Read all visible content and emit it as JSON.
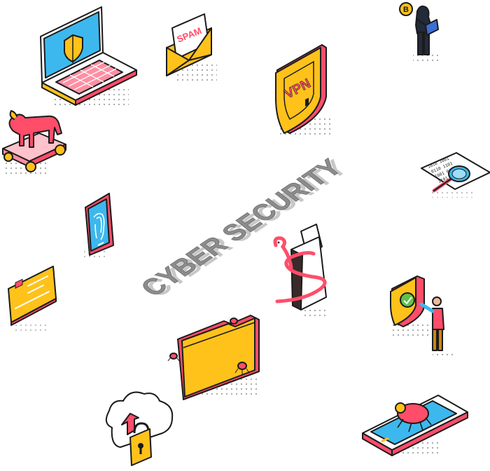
{
  "title": "CYBER SECURITY",
  "labels": {
    "spam": "SPAM",
    "vpn": "VPN",
    "bitcoin": "B",
    "binary_rows": [
      "1010 1001",
      "0110 1101",
      "1001 0110",
      "1101 0011"
    ]
  },
  "colors": {
    "yellow": "#ffc21b",
    "pink": "#ff4d6a",
    "blue": "#3cb8ee",
    "green": "#5fc24a",
    "ink": "#1b1b1b",
    "gray": "#8c8c8c",
    "light_gray": "#e0e0e0"
  },
  "icons": [
    "laptop-shield-icon",
    "spam-envelope-icon",
    "vpn-shield-icon",
    "hacker-icon",
    "trojan-horse-icon",
    "magnifier-code-icon",
    "phone-fingerprint-icon",
    "usb-snake-icon",
    "credit-card-icon",
    "shield-check-person-icon",
    "folder-bugs-icon",
    "cloud-lock-icon",
    "phone-bug-icon"
  ]
}
